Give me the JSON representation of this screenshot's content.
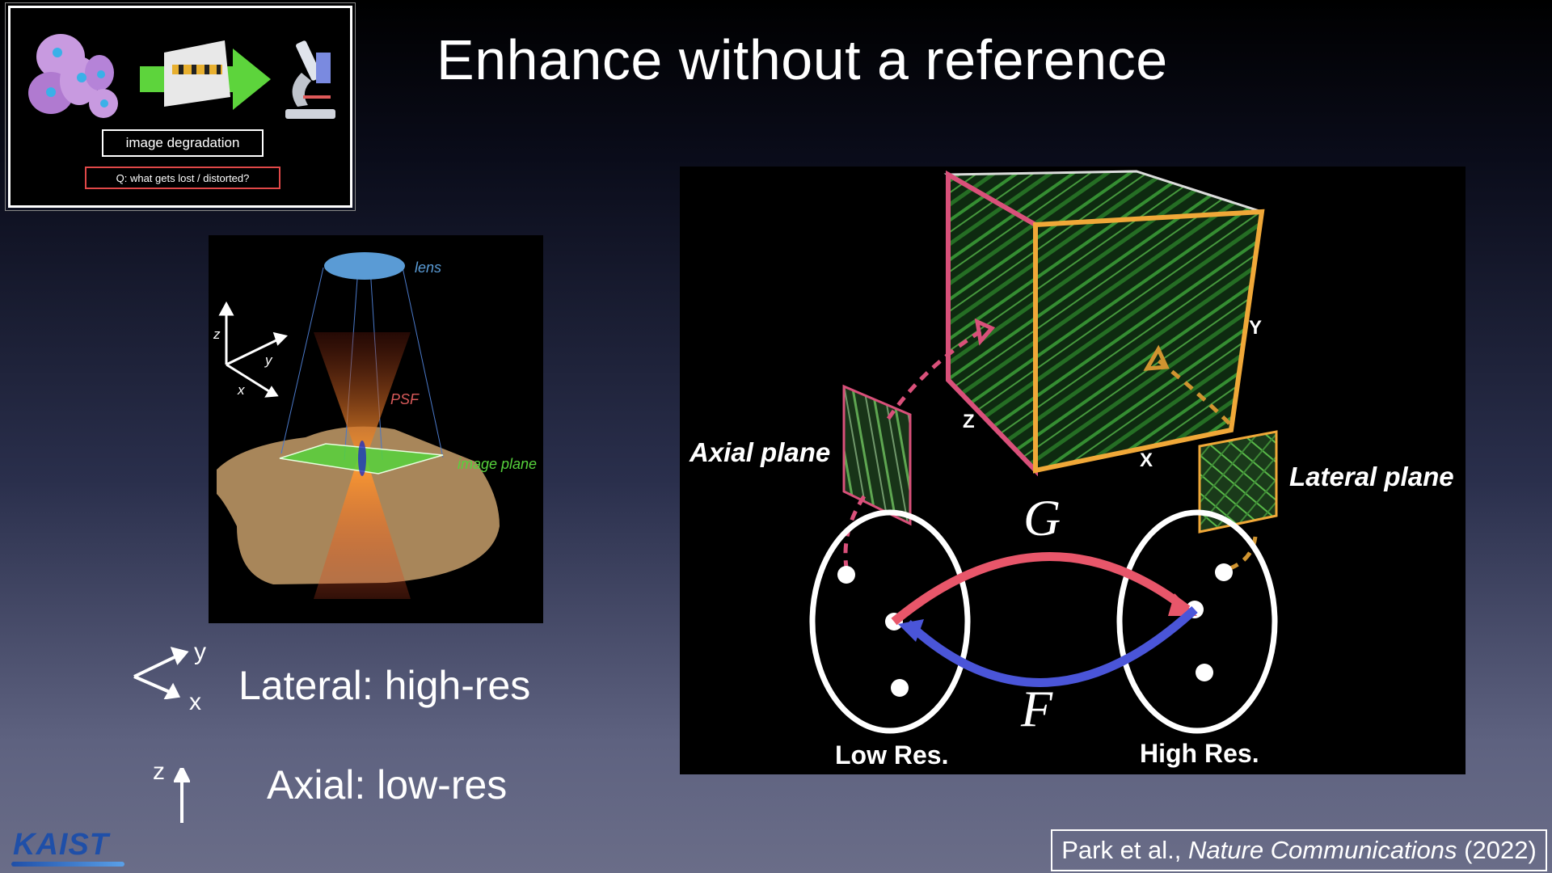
{
  "title": "Enhance without a reference",
  "thumbnail": {
    "label": "image degradation",
    "question": "Q: what gets lost / distorted?"
  },
  "psf_diagram": {
    "lens_label": "lens",
    "psf_label": "PSF",
    "image_plane_label": "image plane",
    "axes": {
      "z": "z",
      "y": "y",
      "x": "x"
    }
  },
  "lateral": {
    "axis_y": "y",
    "axis_x": "x",
    "text": "Lateral: high-res"
  },
  "axial": {
    "axis_z": "z",
    "text": "Axial: low-res"
  },
  "cube_diagram": {
    "axial_plane_label": "Axial plane",
    "lateral_plane_label": "Lateral plane",
    "axis_z": "Z",
    "axis_x": "X",
    "axis_y": "Y",
    "g_label": "G",
    "f_label": "F",
    "low_res_label": "Low Res.",
    "high_res_label": "High Res."
  },
  "citation": {
    "authors": "Park et al., ",
    "journal": "Nature Communications",
    "year": " (2022)"
  },
  "logo": "KAIST",
  "colors": {
    "g_arrow": "#e8566a",
    "f_arrow": "#4a55d8",
    "axial_border": "#d9507a",
    "lateral_border": "#f0a838",
    "lens": "#5a9bd5",
    "image_plane": "#56d23c",
    "tissue": "#a8865a"
  }
}
